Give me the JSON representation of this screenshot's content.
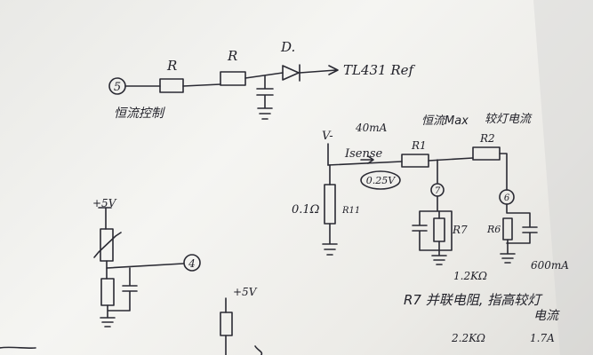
{
  "sketch": {
    "top": {
      "node_label": "5",
      "r1_label": "R",
      "r2_label": "R",
      "diode_label": "D.",
      "output_label": "TL431 Ref",
      "caption": "恒流控制"
    },
    "sense": {
      "v_label": "V-",
      "current_label": "40mA",
      "isense_label": "Isense",
      "voltage_label": "0.25V",
      "rs_value": "0.1Ω",
      "rs_label": "R11",
      "r1_label": "R1",
      "r2_label": "R2",
      "const_max_label": "恒流Max",
      "low_current_label": "较灯电流",
      "node7_label": "7",
      "node6_label": "6",
      "r7_label": "R7",
      "r6_label": "R6"
    },
    "bias": {
      "v5_label": "+5V",
      "node4_label": "4"
    },
    "bottom": {
      "v5_label": "+5V"
    },
    "notes": {
      "r1_value_1": "1.2KΩ",
      "current_1": "600mA",
      "r7_note": "R7 并联电阻, 指高较灯",
      "r7_note2": "电流",
      "r1_value_2": "2.2KΩ",
      "current_2": "1.7A"
    }
  }
}
